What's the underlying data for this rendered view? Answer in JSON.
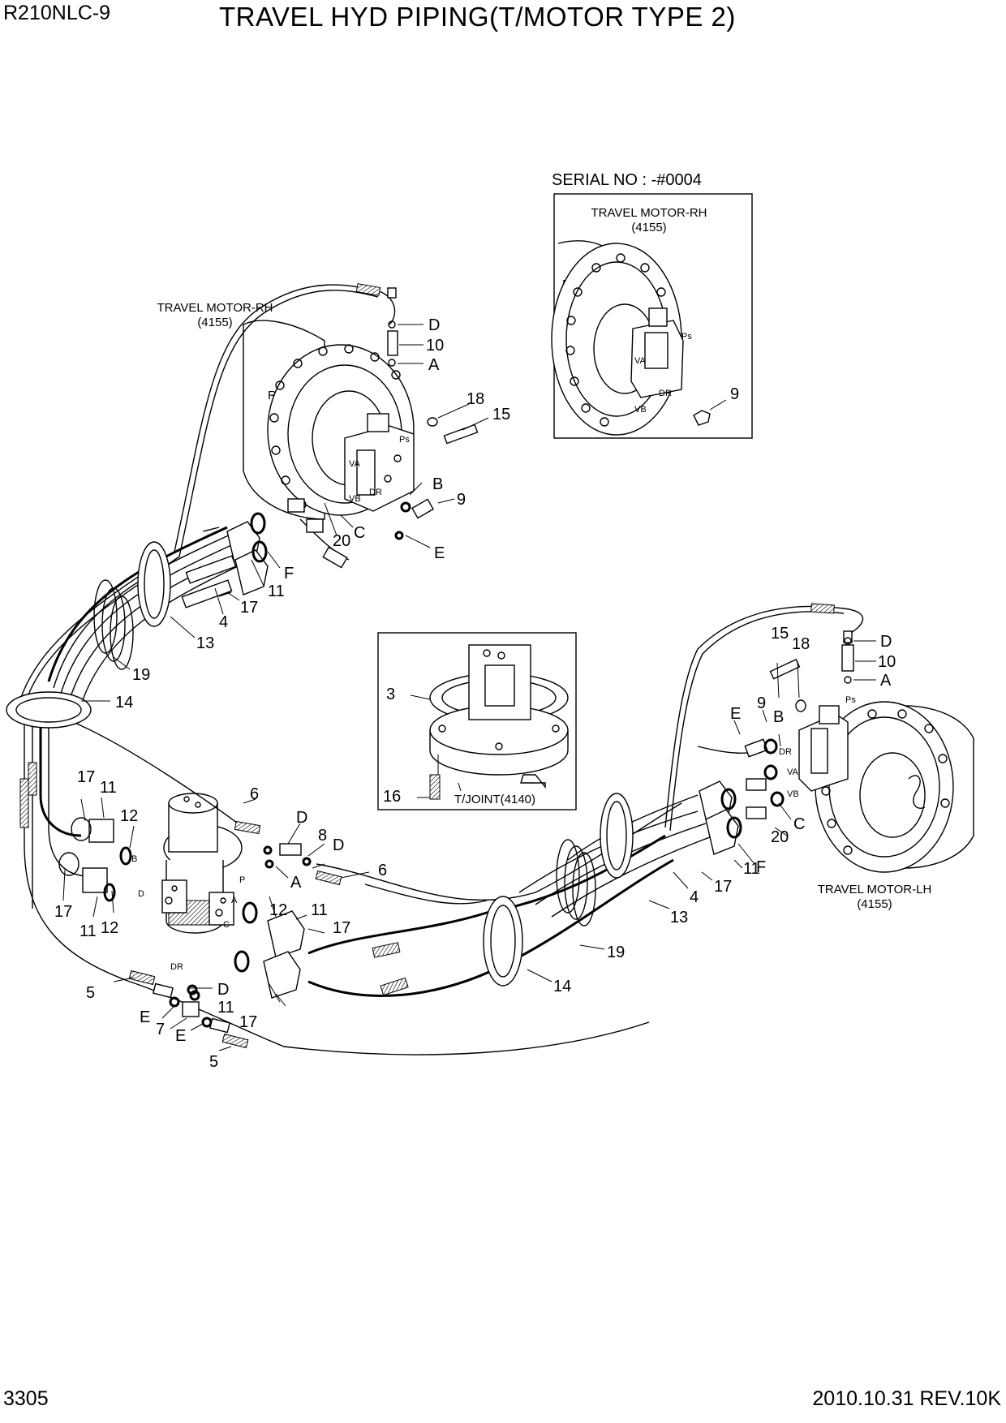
{
  "header": {
    "model": "R210NLC-9",
    "title": "TRAVEL HYD PIPING(T/MOTOR TYPE 2)"
  },
  "footer": {
    "page_number": "3305",
    "revision": "2010.10.31 REV.10K"
  },
  "inset_serial": {
    "serial_label": "SERIAL NO : -#0004",
    "motor_title": "TRAVEL MOTOR-RH",
    "motor_code": "(4155)",
    "side": "RH",
    "callout": "9"
  },
  "inset_joint": {
    "callouts": [
      "3",
      "16"
    ],
    "joint_label": "T/JOINT(4140)"
  },
  "motor_rh": {
    "title": "TRAVEL MOTOR-RH",
    "code": "(4155)",
    "side": "RH"
  },
  "motor_lh": {
    "title": "TRAVEL MOTOR-LH",
    "code": "(4155)",
    "side": "LH"
  },
  "port_labels": {
    "rh_ps": "Ps",
    "rh_va": "VA",
    "rh_vb": "VB",
    "rh_dr": "DR",
    "lh_ps": "Ps",
    "lh_va": "VA",
    "lh_vb": "VB",
    "lh_dr": "DR",
    "sj_ps": "Ps",
    "sj_va": "VA",
    "sj_vb": "VB",
    "sj_dr": "DR",
    "tj_a": "A",
    "tj_b": "B",
    "tj_c": "C",
    "tj_d": "D",
    "tj_p": "P",
    "tj_dr": "DR"
  },
  "callouts": [
    {
      "label": "D"
    },
    {
      "label": "10"
    },
    {
      "label": "A"
    },
    {
      "label": "18"
    },
    {
      "label": "15"
    },
    {
      "label": "B"
    },
    {
      "label": "9"
    },
    {
      "label": "20"
    },
    {
      "label": "C"
    },
    {
      "label": "E"
    },
    {
      "label": "F"
    },
    {
      "label": "11"
    },
    {
      "label": "17"
    },
    {
      "label": "4"
    },
    {
      "label": "13"
    },
    {
      "label": "19"
    },
    {
      "label": "14"
    },
    {
      "label": "6"
    },
    {
      "label": "D"
    },
    {
      "label": "8"
    },
    {
      "label": "D"
    },
    {
      "label": "A"
    },
    {
      "label": "6"
    },
    {
      "label": "17"
    },
    {
      "label": "11"
    },
    {
      "label": "12"
    },
    {
      "label": "17"
    },
    {
      "label": "11"
    },
    {
      "label": "12"
    },
    {
      "label": "12"
    },
    {
      "label": "11"
    },
    {
      "label": "17"
    },
    {
      "label": "5"
    },
    {
      "label": "D"
    },
    {
      "label": "E"
    },
    {
      "label": "7"
    },
    {
      "label": "E"
    },
    {
      "label": "11"
    },
    {
      "label": "17"
    },
    {
      "label": "5"
    },
    {
      "label": "14"
    },
    {
      "label": "19"
    },
    {
      "label": "13"
    },
    {
      "label": "4"
    },
    {
      "label": "17"
    },
    {
      "label": "11"
    },
    {
      "label": "F"
    },
    {
      "label": "20"
    },
    {
      "label": "C"
    },
    {
      "label": "E"
    },
    {
      "label": "9"
    },
    {
      "label": "B"
    },
    {
      "label": "15"
    },
    {
      "label": "18"
    },
    {
      "label": "D"
    },
    {
      "label": "10"
    },
    {
      "label": "A"
    }
  ]
}
